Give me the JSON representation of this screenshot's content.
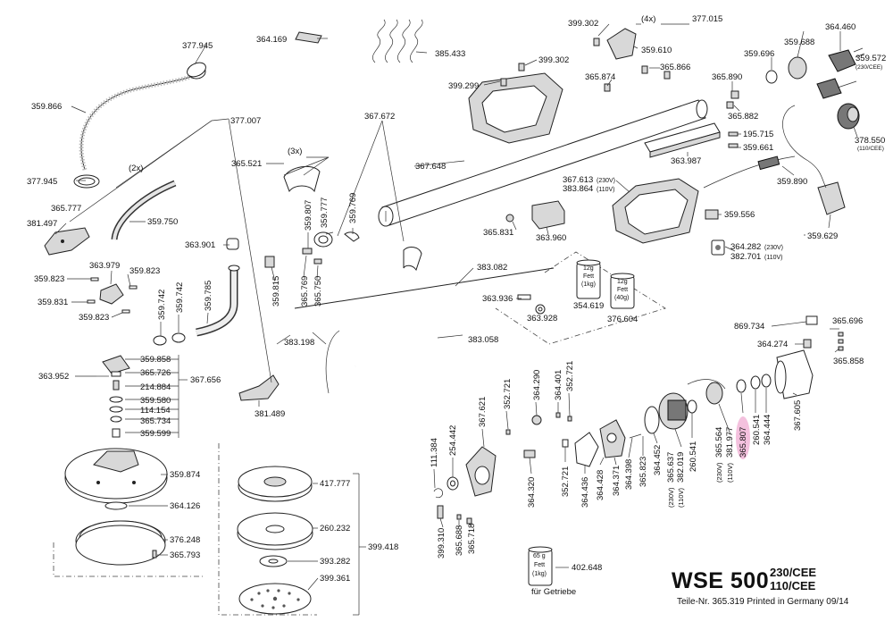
{
  "title": {
    "model": "WSE 500",
    "variant_230": "230/CEE",
    "variant_110": "110/CEE",
    "footer": "Teile-Nr. 365.319  Printed in Germany 09/14"
  },
  "notes": {
    "fuer_getriebe": "für Getriebe"
  },
  "quantities": {
    "q4x": "(4x)",
    "q3x": "(3x)",
    "q2x": "(2x)"
  },
  "grease": {
    "g1": {
      "line1": "12g",
      "line2": "Fett",
      "line3": "(1kg)",
      "part": "354.619"
    },
    "g2": {
      "line1": "12g",
      "line2": "Fett",
      "line3": "(40g)",
      "part": "376.604"
    },
    "g3": {
      "line1": "65 g",
      "line2": "Fett",
      "line3": "(1kg)",
      "part": "402.648"
    }
  },
  "labels": {
    "p364169": "364.169",
    "p377945a": "377.945",
    "p385433": "385.433",
    "p399302a": "399.302",
    "p4x": "(4x)",
    "p377015": "377.015",
    "p364460": "364.460",
    "p359688": "359.688",
    "p359696": "359.696",
    "p359572": "359.572",
    "p359572sub": "(230/CEE)",
    "p359610": "359.610",
    "p399302b": "399.302",
    "p365874": "365.874",
    "p365866": "365.866",
    "p399299": "399.299",
    "p365890": "365.890",
    "p365882": "365.882",
    "p359866": "359.866",
    "p377007": "377.007",
    "p367672": "367.672",
    "p378550": "378.550",
    "p378550sub": "(110/CEE)",
    "p195715": "195.715",
    "p359661": "359.661",
    "p363987": "363.987",
    "p365521": "365.521",
    "p377945b": "377.945",
    "p367648": "367.648",
    "p367613": "367.613",
    "p367613sub": "(230V)",
    "p383864": "383.864",
    "p383864sub": "(110V)",
    "p359890": "359.890",
    "p365777": "365.777",
    "p359750": "359.750",
    "p359807a": "359.807",
    "p359777": "359.777",
    "p359769a": "359.769",
    "p365831": "365.831",
    "p363960": "363.960",
    "p359556": "359.556",
    "p359629": "359.629",
    "p381497": "381.497",
    "p363901": "363.901",
    "p364282": "364.282",
    "p364282sub": "(230V)",
    "p382701": "382.701",
    "p382701sub": "(110V)",
    "p363979": "363.979",
    "p359823a": "359.823",
    "p359823b": "359.823",
    "p359823c": "359.823",
    "p359831": "359.831",
    "p359742a": "359.742",
    "p359742b": "359.742",
    "p359785": "359.785",
    "p359815": "359.815",
    "p365769": "365.769",
    "p365750": "365.750",
    "p383082": "383.082",
    "p363936": "363.936",
    "p363928": "363.928",
    "p383198": "383.198",
    "p383058": "383.058",
    "p869734": "869.734",
    "p365696": "365.696",
    "p364274": "364.274",
    "p365858b": "365.858",
    "p359858": "359.858",
    "p365726": "365.726",
    "p214884": "214.884",
    "p359580": "359.580",
    "p114154": "114.154",
    "p365734": "365.734",
    "p359599": "359.599",
    "p363952": "363.952",
    "p367656": "367.656",
    "p381489": "381.489",
    "p364290": "364.290",
    "p364401": "364.401",
    "p352721a": "352.721",
    "p367621": "367.621",
    "p352721b": "352.721",
    "p111384": "111.384",
    "p254442": "254.442",
    "p364320": "364.320",
    "p352721c": "352.721",
    "p364436": "364.436",
    "p364428": "364.428",
    "p364371": "364.371",
    "p364398": "364.398",
    "p365823": "365.823",
    "p364452": "364.452",
    "p260541a": "260.541",
    "p365637": "365.637",
    "p365637sub": "(230V)",
    "p382019": "382.019",
    "p382019sub": "(110V)",
    "p365564": "365.564",
    "p365564sub": "(230V)",
    "p381977": "381.977",
    "p381977sub": "(110V)",
    "p365807": "365.807",
    "p260541b": "260.541",
    "p364444": "364.444",
    "p367605": "367.605",
    "p359874": "359.874",
    "p364126": "364.126",
    "p376248": "376.248",
    "p365793": "365.793",
    "p417777": "417.777",
    "p260232": "260.232",
    "p393282": "393.282",
    "p399361": "399.361",
    "p399418": "399.418",
    "p399310": "399.310",
    "p365688": "365.688",
    "p365718": "365.718"
  },
  "colors": {
    "highlight": "#f2b6d8"
  }
}
